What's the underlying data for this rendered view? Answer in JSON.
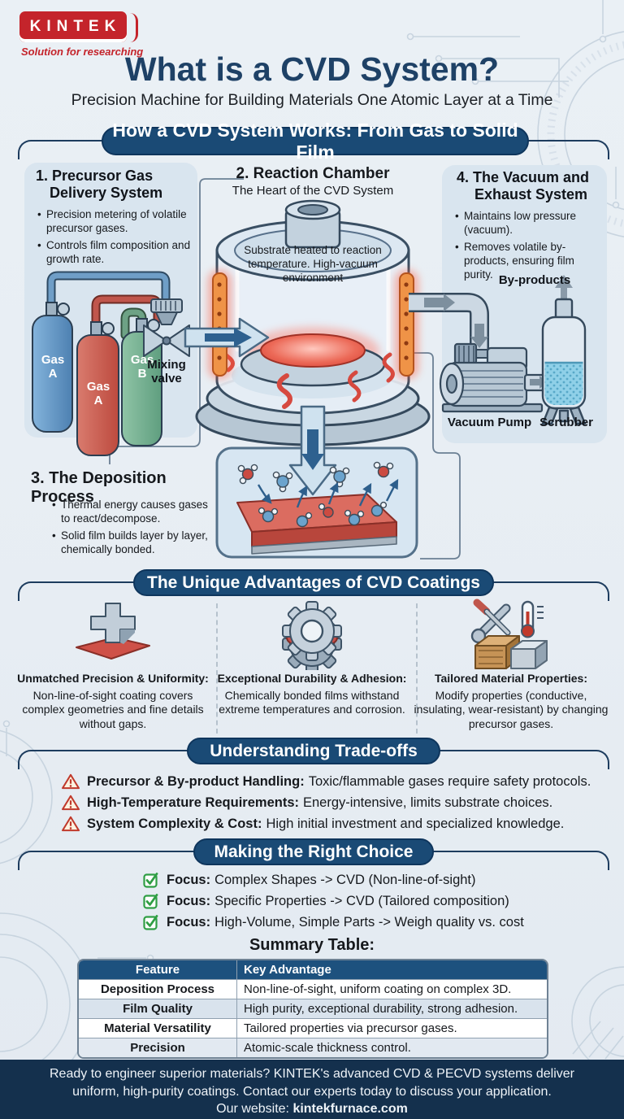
{
  "brand": {
    "name": "KINTEK",
    "tagline": "Solution for researching"
  },
  "header": {
    "title": "What is a CVD System?",
    "subtitle": "Precision Machine for Building Materials One Atomic Layer at a Time"
  },
  "how": {
    "banner": "How a CVD System Works: From Gas to Solid Film",
    "step1": {
      "heading1": "1. Precursor Gas",
      "heading2": "Delivery System",
      "bullets": [
        "Precision metering of volatile precursor gases.",
        "Controls film composition and growth rate."
      ],
      "gas_a1": "Gas A",
      "gas_a2": "Gas A",
      "gas_b": "Gas B",
      "valve_label": "Mixing valve"
    },
    "step2": {
      "heading": "2. Reaction Chamber",
      "sub": "The Heart of the CVD System",
      "note": "Substrate heated to reaction temperature. High-vacuum environment"
    },
    "step3": {
      "heading": "3. The Deposition Process",
      "bullets": [
        "Thermal energy causes gases to react/decompose.",
        "Solid film builds layer by layer, chemically bonded."
      ]
    },
    "step4": {
      "heading1": "4. The Vacuum and",
      "heading2": "Exhaust System",
      "bullets": [
        "Maintains low pressure (vacuum).",
        "Removes volatile by-products, ensuring film purity."
      ],
      "byproducts_label": "By-products",
      "pump_label": "Vacuum Pump",
      "scrubber_label": "Scrubber"
    }
  },
  "advantages": {
    "banner": "The Unique Advantages of CVD Coatings",
    "items": [
      {
        "icon": "precision-block-icon",
        "title": "Unmatched Precision & Uniformity:",
        "text": "Non-line-of-sight coating covers complex geometries and fine details without gaps."
      },
      {
        "icon": "coated-gear-icon",
        "title": "Exceptional Durability & Adhesion:",
        "text": "Chemically bonded films withstand extreme temperatures and corrosion."
      },
      {
        "icon": "tools-materials-icon",
        "title": "Tailored Material Properties:",
        "text": "Modify properties (conductive, insulating, wear-resistant) by changing precursor gases."
      }
    ]
  },
  "tradeoffs": {
    "banner": "Understanding Trade-offs",
    "items": [
      {
        "label": "Precursor & By-product Handling:",
        "text": "Toxic/flammable gases require safety protocols."
      },
      {
        "label": "High-Temperature Requirements:",
        "text": "Energy-intensive, limits substrate choices."
      },
      {
        "label": "System Complexity & Cost:",
        "text": "High initial investment and specialized knowledge."
      }
    ]
  },
  "choice": {
    "banner": "Making the Right Choice",
    "items": [
      {
        "label": "Focus:",
        "text": "Complex Shapes -> CVD (Non-line-of-sight)"
      },
      {
        "label": "Focus:",
        "text": "Specific Properties -> CVD (Tailored composition)"
      },
      {
        "label": "Focus:",
        "text": "High-Volume, Simple Parts -> Weigh quality vs. cost"
      }
    ]
  },
  "summary": {
    "title": "Summary Table:",
    "headers": [
      "Feature",
      "Key Advantage"
    ],
    "rows": [
      [
        "Deposition Process",
        "Non-line-of-sight, uniform coating on complex 3D."
      ],
      [
        "Film Quality",
        "High purity, exceptional durability, strong adhesion."
      ],
      [
        "Material Versatility",
        "Tailored properties via precursor gases."
      ],
      [
        "Precision",
        "Atomic-scale thickness control."
      ]
    ]
  },
  "footer": {
    "text": "Ready to engineer superior materials? KINTEK's advanced CVD & PECVD systems deliver uniform, high-purity coatings. Contact our experts today to discuss your application.",
    "website_prefix": "Our website: ",
    "website": "kintekfurnace.com"
  },
  "colors": {
    "accent_red": "#c4242b",
    "banner_navy": "#1a4a75",
    "title_navy": "#1e4166",
    "table_header_navy": "#1d517e",
    "footer_navy": "#14304d",
    "check_green": "#2f9e44",
    "warning_red": "#c0392b",
    "heater_orange": "#ef9347",
    "substrate_red": "#e2483d",
    "panel_blue": "#d9e5ef"
  }
}
